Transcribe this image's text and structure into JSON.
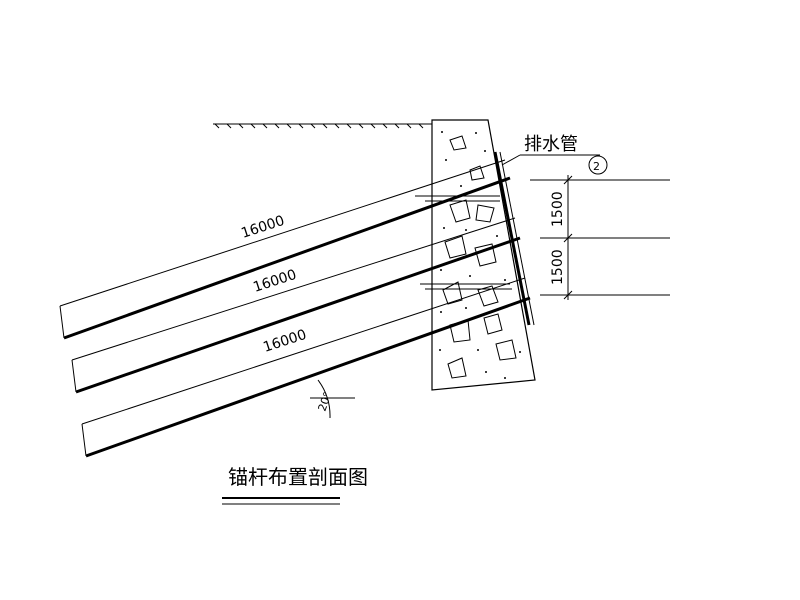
{
  "drawing": {
    "title": "锚杆布置剖面图",
    "drain_label": "排水管",
    "callout_number": "2",
    "anchors": [
      {
        "length_label": "16000"
      },
      {
        "length_label": "16000"
      },
      {
        "length_label": "16000"
      }
    ],
    "spacing_labels": [
      "1500",
      "1500"
    ],
    "angle_label": "20°"
  }
}
